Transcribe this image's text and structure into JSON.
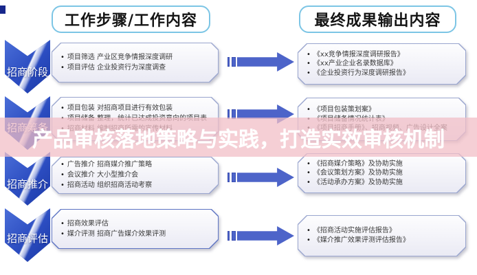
{
  "banner": {
    "text": "产品审核落地策略与实践，打造实效审核机制",
    "bg_color": "#f1bec6",
    "text_color": "#ffffff"
  },
  "headers": {
    "work": "工作步骤/工作内容",
    "output": "最终成果输出内容"
  },
  "colors": {
    "chevron_blue": "#2b4cc0",
    "arrow_blue": "#4d64c9",
    "box_border": "#9aa6cf",
    "header_border": "#7cc5e5"
  },
  "rows": [
    {
      "stage": "招商阶段",
      "work": [
        "项目筛选 产业区竞争情报深度调研",
        "项目评估 企业投资行为深度调查"
      ],
      "output": [
        "《xx竞争情报深度调研报告》",
        "《xx产业企业名录数据库》",
        "《企业投资行为深度调研报告》"
      ]
    },
    {
      "stage": "招商筹备",
      "work": [
        "项目包装 对招商项目进行有效包装",
        "项目储备 整理，统计已达成投资意向的项目表",
        "招商材料 编制招商所需的宣传材料"
      ],
      "output": [
        "《项目包装策划案》",
        "《项目储备情况统计表》",
        "《项目招商手册》、招商视频、广告设计全案"
      ]
    },
    {
      "stage": "招商推介",
      "work": [
        "广告推介 招商媒介推广策略",
        "会议推介 大小型推介会",
        "招商活动 组织招商活动考察"
      ],
      "output": [
        "《招商媒介策略》及协助实施",
        "《会议策划方案》及协助实施",
        "《活动承办方案》及协助实施"
      ]
    },
    {
      "stage": "招商评估",
      "work": [
        "招商效果评估",
        "媒介评测 招商广告媒介效果评测"
      ],
      "output": [
        "《招商活动实施评估报告》",
        "《媒介推广效果评测评估报告》"
      ]
    }
  ]
}
